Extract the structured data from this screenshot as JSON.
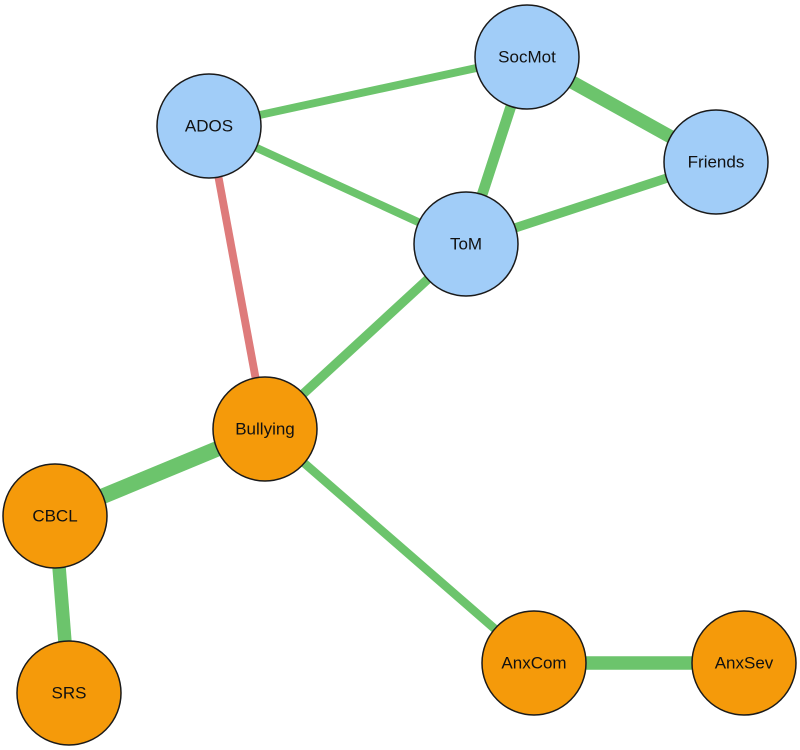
{
  "colors": {
    "group_social": "#a1cdf8",
    "group_outcome": "#f59a0a",
    "edge_positive": "#6cc46c",
    "edge_negative": "#de7b7b"
  },
  "nodes": [
    {
      "id": "SocMot",
      "label": "SocMot",
      "group": "social"
    },
    {
      "id": "ADOS",
      "label": "ADOS",
      "group": "social"
    },
    {
      "id": "Friends",
      "label": "Friends",
      "group": "social"
    },
    {
      "id": "ToM",
      "label": "ToM",
      "group": "social"
    },
    {
      "id": "Bullying",
      "label": "Bullying",
      "group": "outcome"
    },
    {
      "id": "CBCL",
      "label": "CBCL",
      "group": "outcome"
    },
    {
      "id": "SRS",
      "label": "SRS",
      "group": "outcome"
    },
    {
      "id": "AnxCom",
      "label": "AnxCom",
      "group": "outcome"
    },
    {
      "id": "AnxSev",
      "label": "AnxSev",
      "group": "outcome"
    }
  ],
  "edges": [
    {
      "source": "ADOS",
      "target": "SocMot",
      "sign": "positive",
      "strength": 0.35
    },
    {
      "source": "SocMot",
      "target": "Friends",
      "sign": "positive",
      "strength": 0.75
    },
    {
      "source": "SocMot",
      "target": "ToM",
      "sign": "positive",
      "strength": 0.55
    },
    {
      "source": "ADOS",
      "target": "ToM",
      "sign": "positive",
      "strength": 0.35
    },
    {
      "source": "ToM",
      "target": "Friends",
      "sign": "positive",
      "strength": 0.45
    },
    {
      "source": "ADOS",
      "target": "Bullying",
      "sign": "negative",
      "strength": 0.35
    },
    {
      "source": "ToM",
      "target": "Bullying",
      "sign": "positive",
      "strength": 0.45
    },
    {
      "source": "Bullying",
      "target": "CBCL",
      "sign": "positive",
      "strength": 0.9
    },
    {
      "source": "CBCL",
      "target": "SRS",
      "sign": "positive",
      "strength": 0.75
    },
    {
      "source": "Bullying",
      "target": "AnxCom",
      "sign": "positive",
      "strength": 0.4
    },
    {
      "source": "AnxCom",
      "target": "AnxSev",
      "sign": "positive",
      "strength": 0.75
    }
  ]
}
